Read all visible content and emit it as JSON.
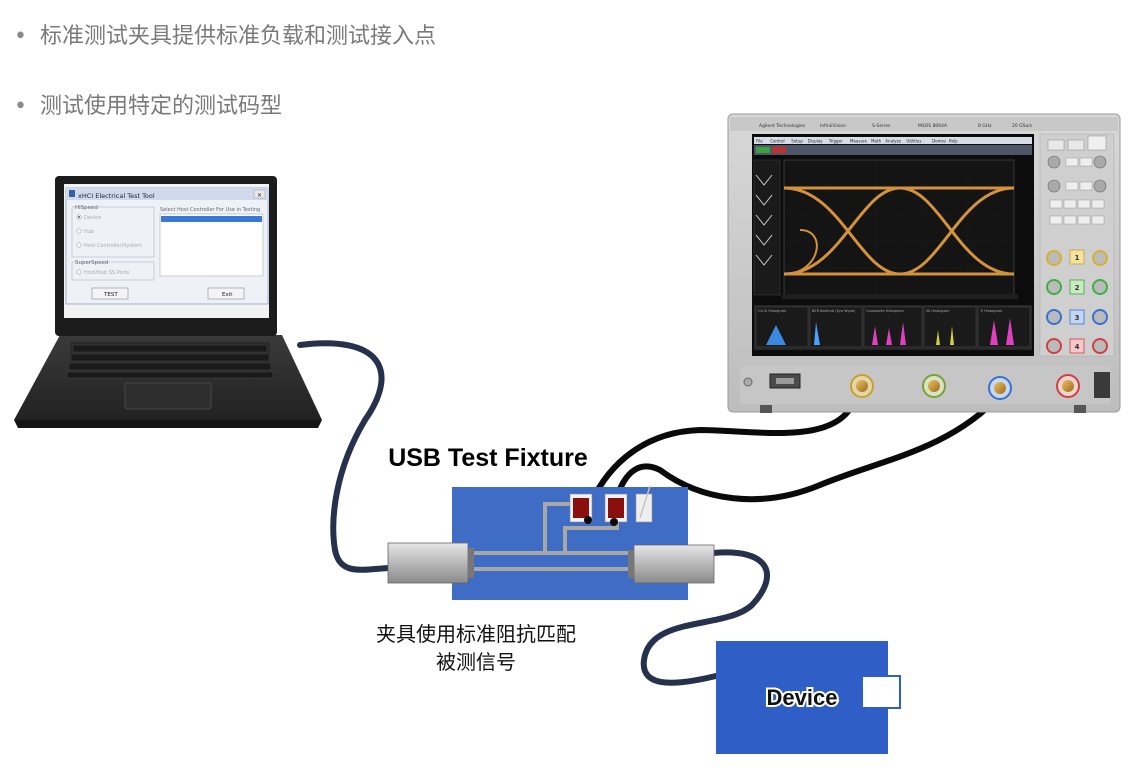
{
  "bullets": [
    "标准测试夹具提供标准负载和测试接入点",
    "测试使用特定的测试码型"
  ],
  "fixture": {
    "title": "USB Test Fixture",
    "caption_line1": "夹具使用标准阻抗匹配",
    "caption_line2": "被测信号"
  },
  "device": {
    "label": "Device"
  },
  "laptop": {
    "window_title": "xHCI Electrical Test Tool",
    "group_highspeed": "HiSpeed",
    "radio_device": "Device",
    "radio_hub": "Hub",
    "radio_host": "Host Controller/System",
    "group_superspeed": "SuperSpeed",
    "radio_ss": "Host/Hub SS Ports",
    "list_header": "Select Host Controller For Use in Testing",
    "test_button": "TEST",
    "exit_button": "Exit"
  },
  "scope": {
    "brand": "Agilent Technologies",
    "brand2": "InfiniiVision",
    "series": "S-Series",
    "model": "MSOS 8064A",
    "bandwidth": "8 GHz",
    "rate": "20 GSa/s",
    "menus": [
      "File",
      "Control",
      "Setup",
      "Display",
      "Trigger",
      "Measure",
      "Math",
      "Analyze",
      "Utilities",
      "Demos",
      "Help"
    ],
    "panels": [
      "CLCK Histogram",
      "BER Bathtub (Eye Wyde)",
      "Composite Histogram",
      "ISI Histogram",
      "TJ Histogram"
    ],
    "channels": [
      "1",
      "2",
      "3",
      "4"
    ]
  },
  "colors": {
    "fixture_blue": "#3f6cc4",
    "device_blue": "#2e5ec6",
    "cable_black": "#0a0a0a",
    "cable_navy": "#26324d",
    "eye_orange": "#e8a040",
    "scope_bg": "#1b1b1b"
  }
}
